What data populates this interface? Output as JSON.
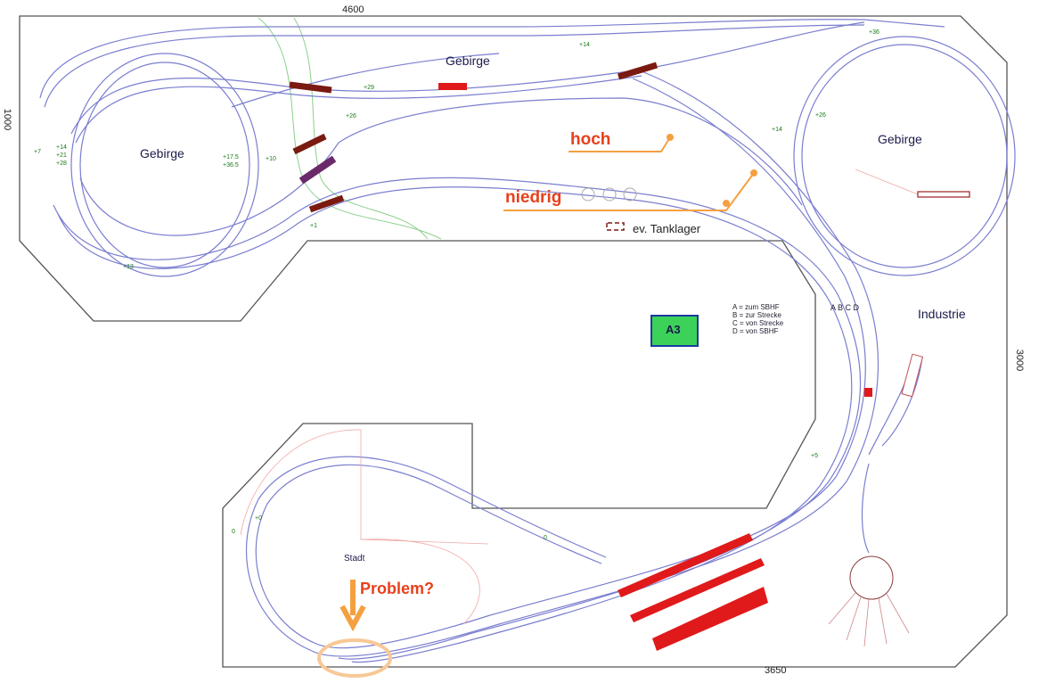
{
  "dimensions": {
    "top": "4600",
    "left": "1000",
    "right": "3000",
    "bottom": "3650"
  },
  "regions": {
    "gebirge_left": "Gebirge",
    "gebirge_top": "Gebirge",
    "gebirge_right": "Gebirge",
    "stadt": "Stadt",
    "industrie": "Industrie"
  },
  "module_label": "A3",
  "annotations": {
    "hoch": "hoch",
    "niedrig": "niedrig",
    "tanklager": "ev. Tanklager",
    "problem": "Problem?"
  },
  "legend": [
    "A = zum SBHF",
    "B = zur Strecke",
    "C = von Strecke",
    "D = von SBHF"
  ],
  "track_letters": "A B C D",
  "heights": [
    "+7",
    "+14",
    "+21",
    "+28",
    "+17.5",
    "+36.5",
    "+10",
    "+26",
    "+29",
    "+14",
    "+36",
    "+26",
    "+14",
    "+1",
    "+13",
    "+5",
    "+0",
    "0",
    "0"
  ],
  "colors": {
    "track": "#7a7ecf",
    "annotation": "#f5a040",
    "annotation_text": "#e8401c",
    "module_fill": "#3cd25a",
    "bridge": "#7a1a10",
    "platform": "#e01a1a"
  }
}
